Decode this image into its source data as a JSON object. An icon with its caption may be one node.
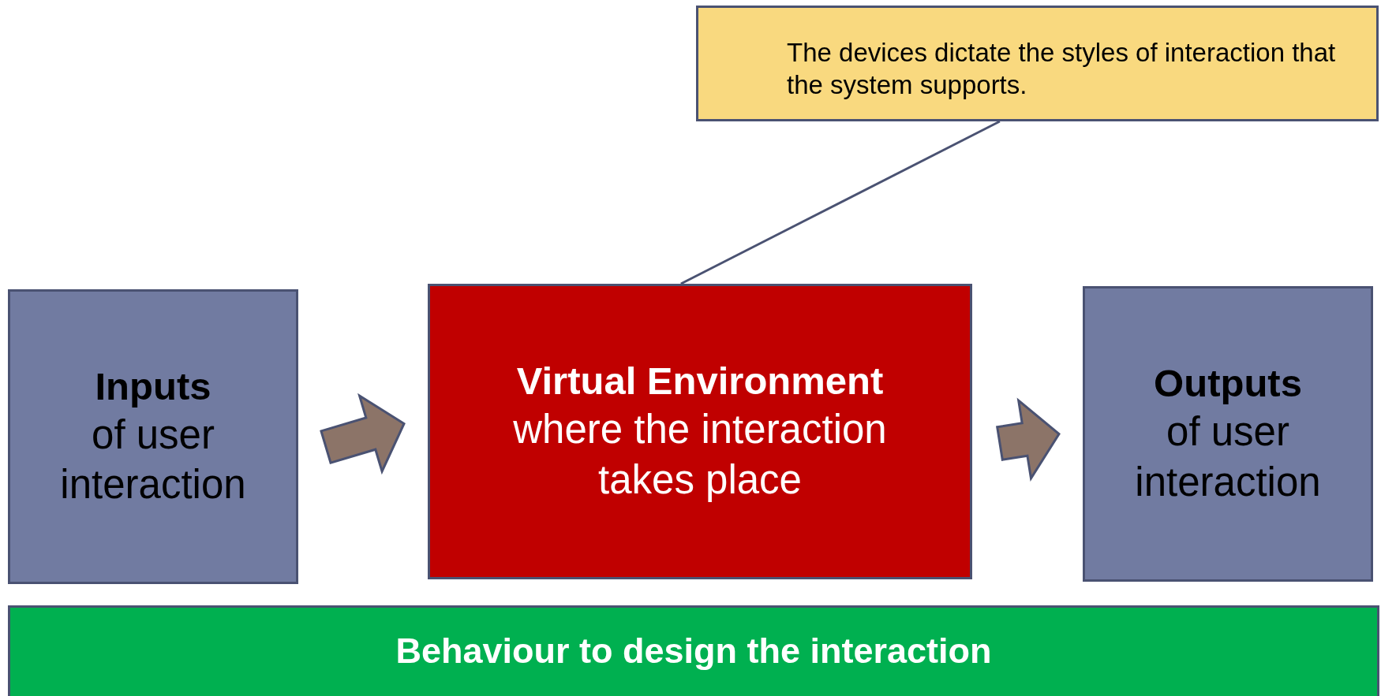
{
  "diagram": {
    "nodes": [
      {
        "text": [
          "The devices dictate the styles of interaction that the system supports."
        ]
      },
      {
        "text": [
          "Inputs",
          "of user interaction"
        ]
      },
      {
        "text": [
          "Virtual Environment",
          "where the interaction takes place"
        ]
      },
      {
        "text": [
          "Outputs",
          "of user interaction"
        ]
      },
      {
        "text": [
          "Behaviour to design the interaction"
        ]
      }
    ],
    "edges": [
      {
        "from": 0,
        "to": 2,
        "arrow": "none"
      },
      {
        "from": 1,
        "to": 2,
        "arrow": "to"
      },
      {
        "from": 2,
        "to": 3,
        "arrow": "to"
      }
    ]
  }
}
